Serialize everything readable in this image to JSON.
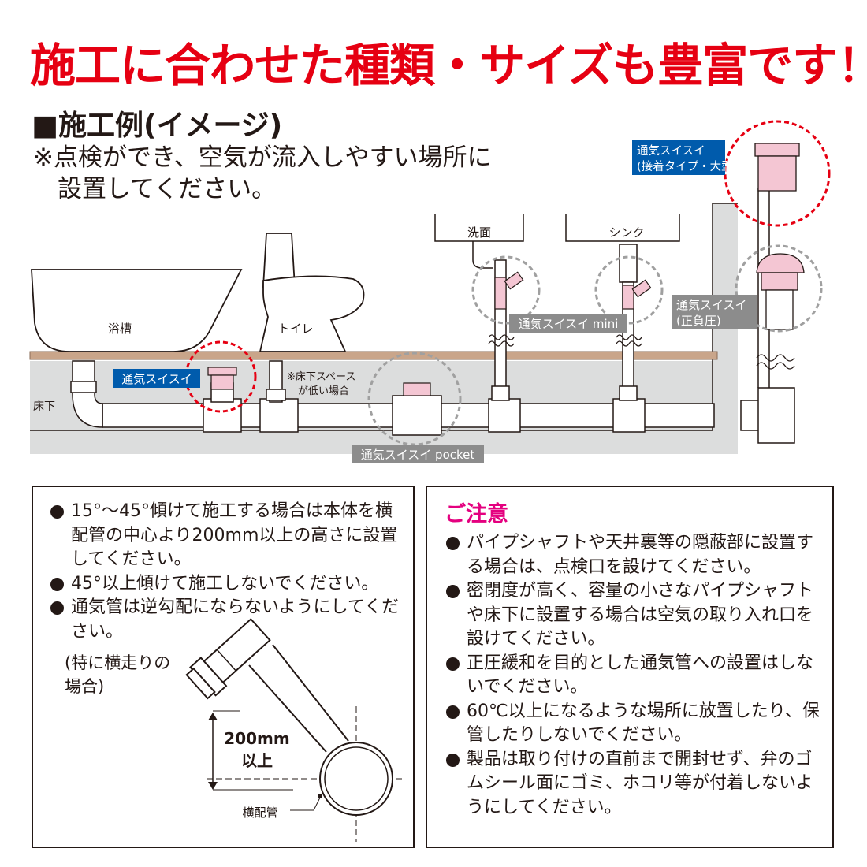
{
  "headline": "施工に合わせた種類・サイズも豊富です！",
  "section_title": "■施工例(イメージ)",
  "install_note": "※点検ができ、空気が流入しやすい場所に\n　設置してください。",
  "diagram": {
    "bathtub": "浴槽",
    "toilet": "トイレ",
    "washbasin": "洗面",
    "sink": "シンク",
    "underfloor": "床下",
    "low_space_note_1": "※床下スペース",
    "low_space_note_2": "が低い場合",
    "tag_standard": "通気スイスイ",
    "tag_mini": "通気スイスイ mini",
    "tag_pocket": "通気スイスイ pocket",
    "tag_pos_neg_1": "通気スイスイ",
    "tag_pos_neg_2": "(正負圧)",
    "tag_large_1": "通気スイスイ",
    "tag_large_2": "(接着タイプ・大型)"
  },
  "box_left": {
    "bullets": [
      "15°～45°傾けて施工する場合は本体を横配管の中心より200mm以上の高さに設置してください。",
      "45°以上傾けて施工しないでください。",
      "通気管は逆勾配にならないようにしてください。"
    ],
    "paren_note": "(特に横走りの\n場合)",
    "dim_label_1": "200mm",
    "dim_label_2": "以上",
    "pipe_label": "横配管"
  },
  "box_right": {
    "title": "ご注意",
    "bullets": [
      "パイプシャフトや天井裏等の隠蔽部に設置する場合は、点検口を設けてください。",
      "密閉度が高く、容量の小さなパイプシャフトや床下に設置する場合は空気の取り入れ口を設けてください。",
      "正圧緩和を目的とした通気管への設置はしないでください。",
      "60℃以上になるような場所に放置したり、保管したりしないでください。",
      "製品は取り付けの直前まで開封せず、弁のゴムシール面にゴミ、ホコリ等が付着しないようにしてください。"
    ]
  },
  "colors": {
    "headline_red": "#e60012",
    "caution_pink": "#e4007f",
    "tag_blue": "#005bac",
    "tag_gray": "#8c8c8c",
    "floor_brown": "#c9a58a",
    "valve_pink": "#f4c6d3",
    "dash_red": "#e60012",
    "dash_gray": "#a0a0a0"
  }
}
